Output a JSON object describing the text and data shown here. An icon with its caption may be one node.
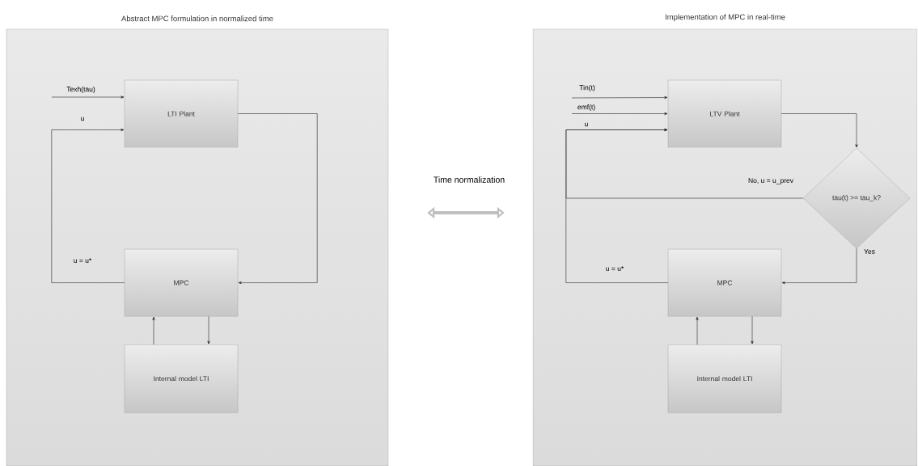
{
  "diagram": {
    "nodes": [
      {
        "text": [
          "Abstract MPC formulation in normalized time"
        ]
      },
      {
        "text": [
          "LTI Plant"
        ],
        "in": 0
      },
      {
        "text": [
          "MPC"
        ],
        "in": 0
      },
      {
        "text": [
          "Internal model LTI"
        ],
        "in": 0
      },
      {
        "text": [
          "Implementation of MPC in real-time"
        ]
      },
      {
        "text": [
          "LTV Plant"
        ],
        "in": 4
      },
      {
        "text": [
          "tau(t) >= tau_k?"
        ],
        "in": 4
      },
      {
        "text": [
          "MPC"
        ],
        "in": 4
      },
      {
        "text": [
          "Internal model LTI"
        ],
        "in": 4
      }
    ],
    "edges": [
      {
        "from": null,
        "to": 1,
        "arrow": "to",
        "label": "Texh(tau)"
      },
      {
        "from": 2,
        "to": 1,
        "arrow": "to",
        "label": "u = u*"
      },
      {
        "from": 1,
        "to": 2,
        "arrow": "to"
      },
      {
        "from": 2,
        "to": 3,
        "arrow": "to"
      },
      {
        "from": 3,
        "to": 2,
        "arrow": "to"
      },
      {
        "from": null,
        "to": 5,
        "arrow": "to",
        "label": "Tin(t)"
      },
      {
        "from": null,
        "to": 5,
        "arrow": "to",
        "label": "emf(t)"
      },
      {
        "from": 7,
        "to": 5,
        "arrow": "to",
        "label": "u = u*"
      },
      {
        "from": 5,
        "to": 6,
        "arrow": "to"
      },
      {
        "from": 6,
        "to": 5,
        "arrow": "to",
        "label": "No, u = u_prev"
      },
      {
        "from": 6,
        "to": 7,
        "arrow": "to",
        "label": "Yes"
      },
      {
        "from": 7,
        "to": 8,
        "arrow": "to"
      },
      {
        "from": 8,
        "to": 7,
        "arrow": "to"
      },
      {
        "from": 0,
        "to": 4,
        "arrow": "both",
        "label": "Time normalization",
        "style": "thick",
        "color": "#bfbfbf"
      }
    ],
    "labels": [
      "u",
      "u"
    ]
  }
}
